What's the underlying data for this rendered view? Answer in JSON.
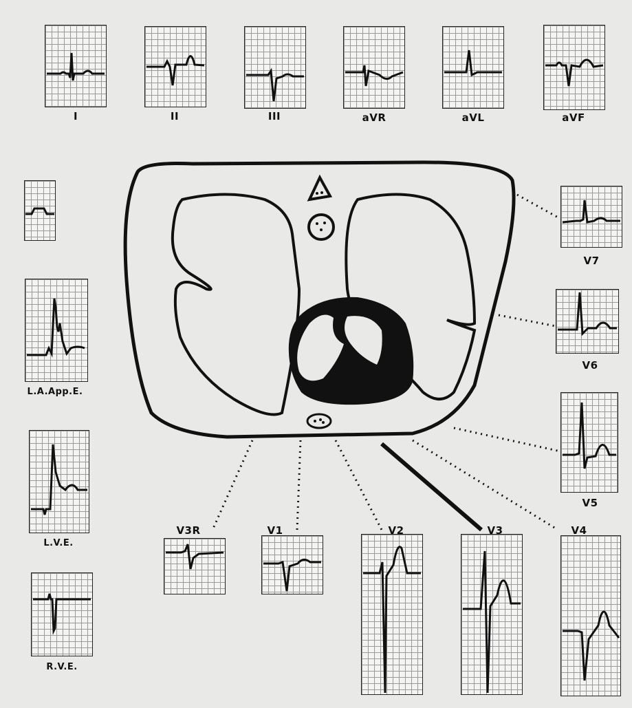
{
  "limb_leads": [
    "I",
    "II",
    "III",
    "aVR",
    "aVL",
    "aVF"
  ],
  "precordial_leads": [
    "V3R",
    "V1",
    "V2",
    "V3",
    "V4",
    "V5",
    "V6",
    "V7"
  ],
  "esophageal_leads": [
    "L.A.App.E.",
    "L.V.E.",
    "R.V.E."
  ]
}
